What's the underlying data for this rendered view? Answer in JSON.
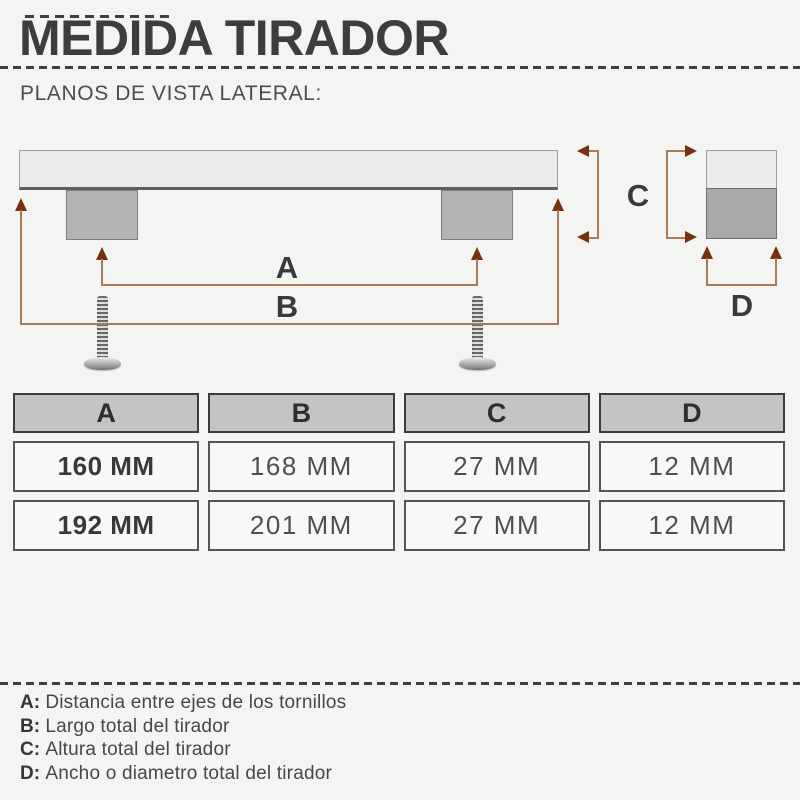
{
  "title": "MEDIDA TIRADOR",
  "subtitle": "PLANOS DE VISTA LATERAL:",
  "diagram": {
    "dim_a_label": "A",
    "dim_b_label": "B",
    "dim_c_label": "C",
    "dim_d_label": "D"
  },
  "table": {
    "headers": [
      "A",
      "B",
      "C",
      "D"
    ],
    "rows": [
      [
        "160 MM",
        "168 MM",
        "27 MM",
        "12 MM"
      ],
      [
        "192 MM",
        "201 MM",
        "27 MM",
        "12 MM"
      ]
    ]
  },
  "legend": [
    {
      "key": "A:",
      "text": "Distancia entre ejes de los tornillos"
    },
    {
      "key": "B:",
      "text": "Largo total del tirador"
    },
    {
      "key": "C:",
      "text": "Altura total del tirador"
    },
    {
      "key": "D:",
      "text": "Ancho o diametro total del tirador"
    }
  ],
  "colors": {
    "background": "#f4f4f2",
    "text_dark": "#3d3d3d",
    "dimension_line": "#ab7c58",
    "arrowhead": "#76310f",
    "bar_fill": "#ebebe9",
    "post_fill": "#b3b3b1",
    "header_fill": "#c4c4c2"
  }
}
